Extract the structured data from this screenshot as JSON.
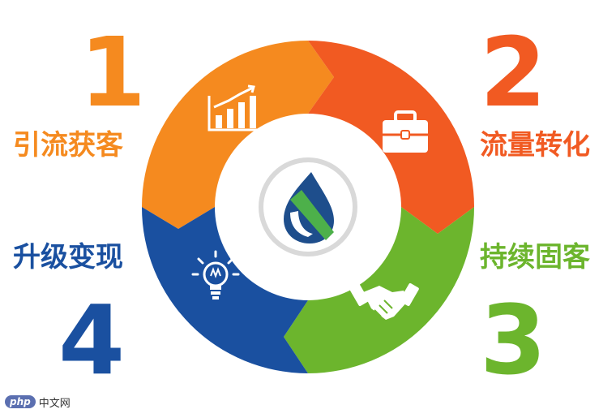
{
  "steps": [
    {
      "number": "1",
      "label": "引流获客",
      "color": "#F58A1F",
      "icon": "bar-chart-icon"
    },
    {
      "number": "2",
      "label": "流量转化",
      "color": "#F15A22",
      "icon": "briefcase-icon"
    },
    {
      "number": "3",
      "label": "持续固客",
      "color": "#6CB52D",
      "icon": "handshake-icon"
    },
    {
      "number": "4",
      "label": "升级变现",
      "color": "#1A50A0",
      "icon": "lightbulb-icon"
    }
  ],
  "center_logo": {
    "icon": "leaf-drop-logo",
    "colors": [
      "#1E4E8C",
      "#4DB04A"
    ]
  },
  "watermark": {
    "badge": "php",
    "text": "中文网"
  }
}
